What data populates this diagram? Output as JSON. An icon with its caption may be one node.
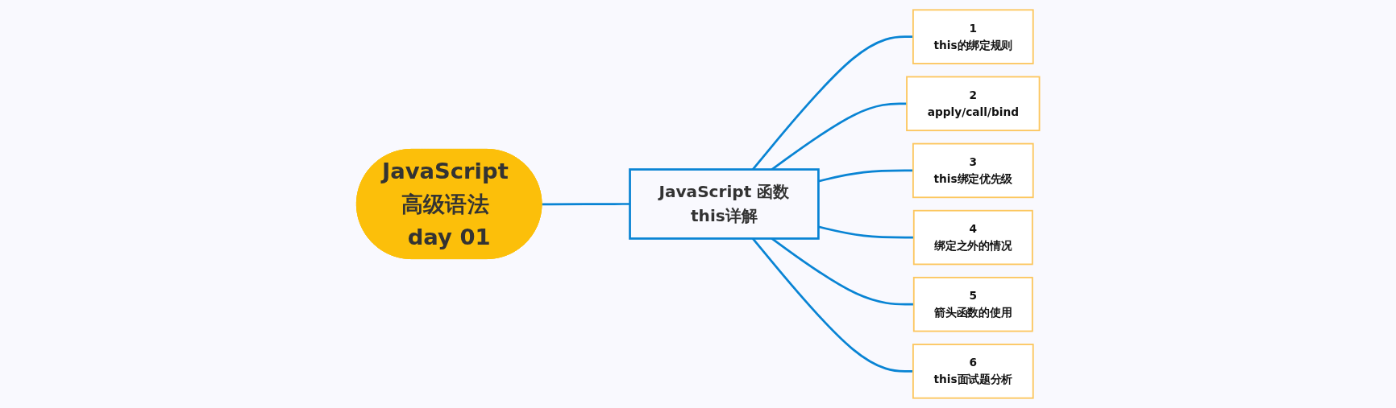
{
  "diagram": {
    "nodes": [
      {
        "text": [
          "JavaScript 高级语法 day 01"
        ]
      },
      {
        "text": [
          "JavaScript 函数this详解"
        ]
      },
      {
        "text": [
          "1",
          "this的绑定规则"
        ]
      },
      {
        "text": [
          "2",
          "apply/call/bind"
        ]
      },
      {
        "text": [
          "3",
          "this绑定优先级"
        ]
      },
      {
        "text": [
          "4",
          "绑定之外的情况"
        ]
      },
      {
        "text": [
          "5",
          "箭头函数的使用"
        ]
      },
      {
        "text": [
          "6",
          "this面试题分析"
        ]
      }
    ],
    "edges": [
      {
        "from": 0,
        "to": 1,
        "arrow": "none",
        "color": "#0984d4"
      },
      {
        "from": 1,
        "to": 2,
        "arrow": "none",
        "color": "#0984d4"
      },
      {
        "from": 1,
        "to": 3,
        "arrow": "none",
        "color": "#0984d4"
      },
      {
        "from": 1,
        "to": 4,
        "arrow": "none",
        "color": "#0984d4"
      },
      {
        "from": 1,
        "to": 5,
        "arrow": "none",
        "color": "#0984d4"
      },
      {
        "from": 1,
        "to": 6,
        "arrow": "none",
        "color": "#0984d4"
      },
      {
        "from": 1,
        "to": 7,
        "arrow": "none",
        "color": "#0984d4"
      }
    ]
  }
}
